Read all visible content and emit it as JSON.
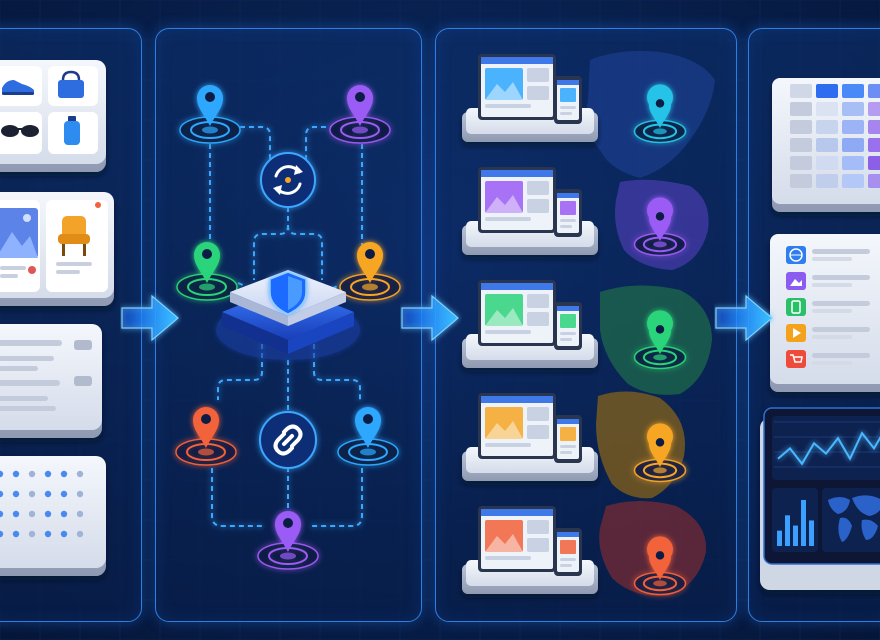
{
  "colors": {
    "background": "#071a44",
    "panel_border": "#2f7fe0",
    "glow": "#38b6ff",
    "pin_blue": "#2ea8ff",
    "pin_purple": "#9b5cf6",
    "pin_green": "#2bd47a",
    "pin_orange": "#f6a623",
    "pin_red": "#f2623a",
    "shield": "#1e6bff"
  },
  "diagram": {
    "panels": [
      {
        "id": "product-catalog",
        "cards": [
          "product-grid-card",
          "product-detail-card",
          "text-list-card",
          "calendar-grid-card"
        ]
      },
      {
        "id": "routing-hub",
        "nodes": [
          {
            "id": "pin-top-left",
            "color": "blue",
            "icon": "location-pin-icon"
          },
          {
            "id": "pin-top-right",
            "color": "purple",
            "icon": "location-pin-icon"
          },
          {
            "id": "sync-node",
            "icon": "refresh-sync-icon"
          },
          {
            "id": "pin-mid-left",
            "color": "green",
            "icon": "location-pin-icon"
          },
          {
            "id": "pin-mid-right",
            "color": "orange",
            "icon": "location-pin-icon"
          },
          {
            "id": "security-hub",
            "icon": "shield-icon"
          },
          {
            "id": "pin-low-left",
            "color": "red",
            "icon": "location-pin-icon"
          },
          {
            "id": "link-node",
            "icon": "chain-link-icon"
          },
          {
            "id": "pin-low-right",
            "color": "blue",
            "icon": "location-pin-icon"
          },
          {
            "id": "pin-bottom",
            "color": "purple",
            "icon": "location-pin-icon"
          }
        ]
      },
      {
        "id": "regional-storefronts",
        "rows": [
          {
            "region": "north-america",
            "color": "cyan",
            "image_color": "blue"
          },
          {
            "region": "europe",
            "color": "purple",
            "image_color": "purple"
          },
          {
            "region": "africa",
            "color": "green",
            "image_color": "green"
          },
          {
            "region": "south-america",
            "color": "orange",
            "image_color": "orange"
          },
          {
            "region": "oceania",
            "color": "red",
            "image_color": "red"
          }
        ]
      },
      {
        "id": "analytics-output",
        "cards": [
          "data-table-card",
          "app-menu-card",
          "dashboard-card"
        ]
      }
    ],
    "arrows": [
      "arrow-catalog-to-hub",
      "arrow-hub-to-storefronts",
      "arrow-storefronts-to-analytics"
    ],
    "chart_line": [
      3,
      5,
      2,
      6,
      4,
      7,
      3,
      8,
      5,
      9
    ],
    "chart_bars": [
      3,
      6,
      4,
      9,
      5
    ]
  }
}
